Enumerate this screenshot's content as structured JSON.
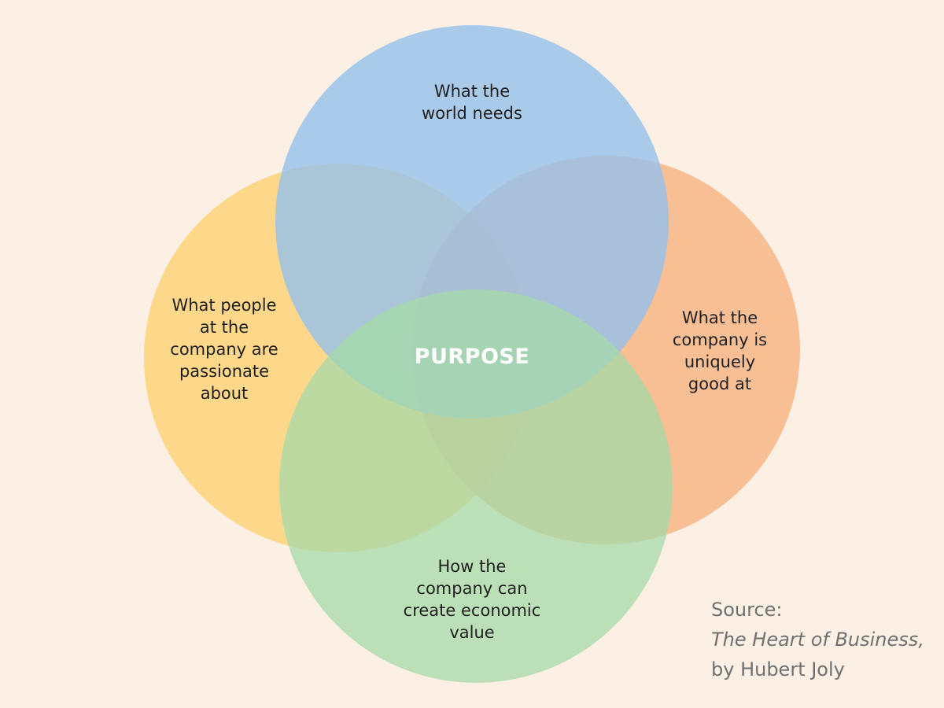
{
  "diagram": {
    "center_label": "PURPOSE",
    "circles": [
      {
        "id": "left",
        "label": "What people\nat the\ncompany are\npassionate\nabout",
        "color": "#fdd37b"
      },
      {
        "id": "right",
        "label": "What the\ncompany is\nuniquely\ngood at",
        "color": "#f7b586"
      },
      {
        "id": "top",
        "label": "What the\nworld needs",
        "color": "#94c0ea"
      },
      {
        "id": "bottom",
        "label": "How the\ncompany can\ncreate economic\nvalue",
        "color": "#a6d9a8"
      }
    ]
  },
  "source": {
    "prefix": "Source:",
    "book": "The Heart of Business,",
    "author": "by Hubert Joly"
  },
  "colors": {
    "background": "#fcefe3",
    "center_text": "#ffffff",
    "label_text": "#1f1f1f",
    "source_text": "#707070"
  }
}
